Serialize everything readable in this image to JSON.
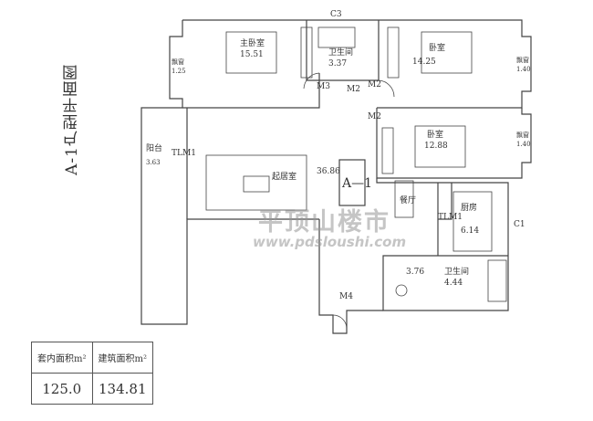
{
  "title": "A-1户型平面图",
  "unit_code": "A—1",
  "rooms": {
    "master_bedroom": {
      "name": "主卧室",
      "area": "15.51"
    },
    "bath_top": {
      "name": "卫生间",
      "area": "3.37"
    },
    "bedroom_top_right": {
      "name": "卧室",
      "area": "14.25"
    },
    "bay_left": {
      "name": "飘窗",
      "area": "1.25"
    },
    "bay_right_top": {
      "name": "飘窗",
      "area": "1.40"
    },
    "bedroom_right": {
      "name": "卧室",
      "area": "12.88"
    },
    "bay_right_mid": {
      "name": "飘窗",
      "area": "1.40"
    },
    "balcony": {
      "name": "阳台",
      "area": "3.63"
    },
    "living": {
      "name": "起居室",
      "area": "36.86"
    },
    "dining": {
      "name": "餐厅"
    },
    "kitchen": {
      "name": "厨房",
      "area": "6.14"
    },
    "storage": {
      "area": "3.76"
    },
    "bath_bottom": {
      "name": "卫生间",
      "area": "4.44"
    }
  },
  "labels": {
    "c3": "C3",
    "c1": "C1",
    "m3": "M3",
    "m2a": "M2",
    "m2b": "M2",
    "m2c": "M2",
    "m4": "M4",
    "tlm1a": "TLM1",
    "tlm1b": "TLM1"
  },
  "area_table": {
    "inner_header": "套内面积m²",
    "built_header": "建筑面积m²",
    "inner_value": "125.0",
    "built_value": "134.81"
  },
  "watermark": {
    "name": "平顶山楼市",
    "url": "www.pdsloushi.com"
  }
}
